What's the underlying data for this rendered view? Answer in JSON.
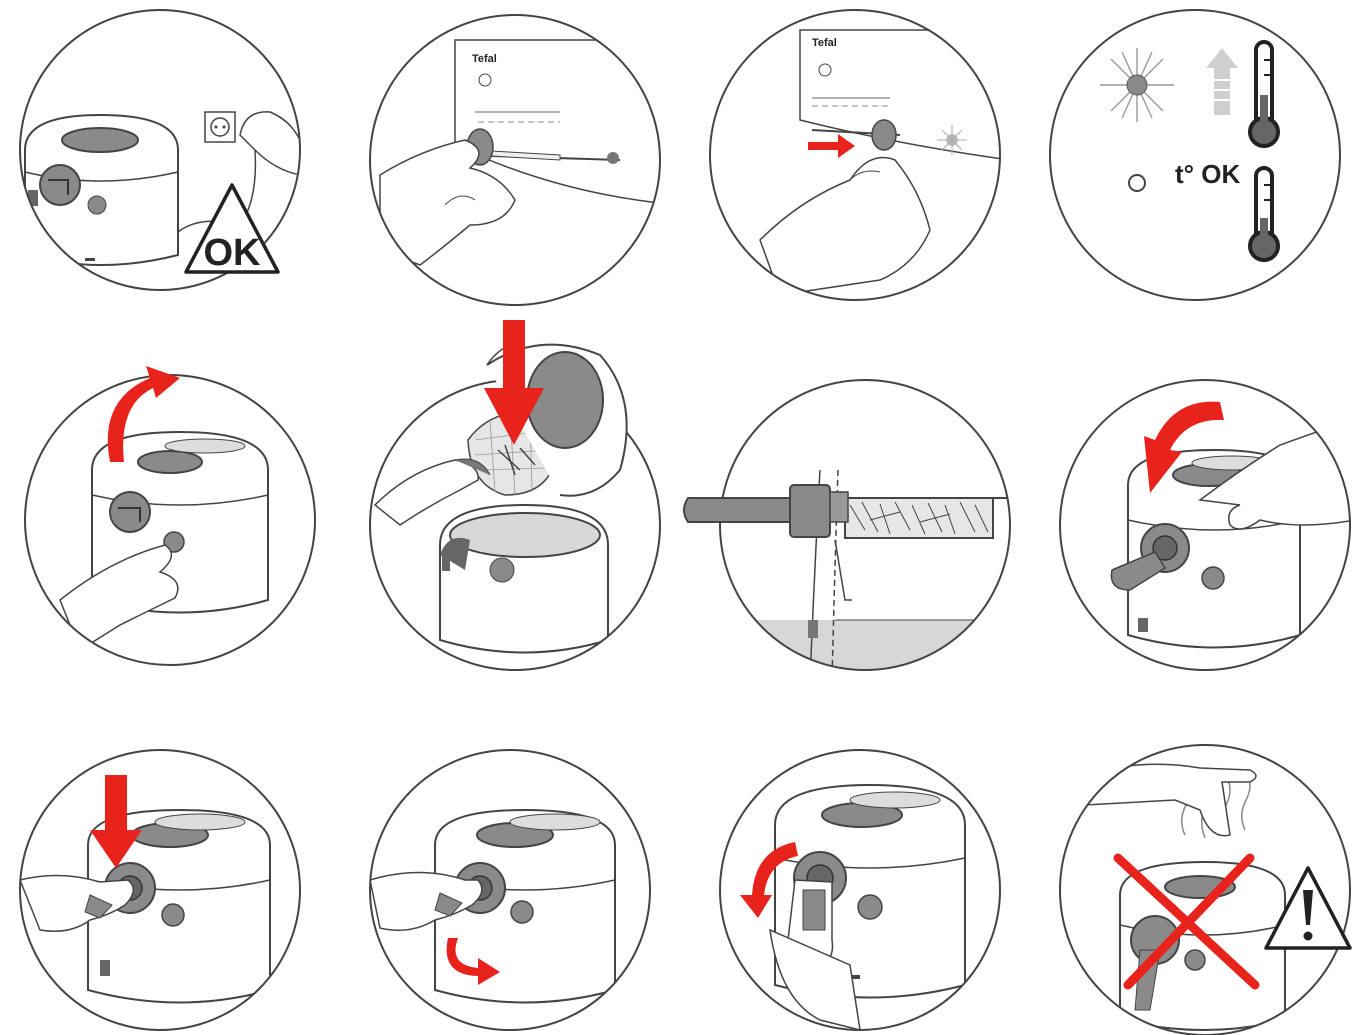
{
  "colors": {
    "accent": "#e8231c",
    "line": "#444444",
    "appliance_gray": "#8a8a8a",
    "light_gray": "#d7d7d7"
  },
  "panels": [
    {
      "icons": [
        "appliance",
        "power-plug-icon",
        "warning-triangle-icon"
      ],
      "label": "OK"
    },
    {
      "icons": [
        "control-panel",
        "hand-icon",
        "knob-icon"
      ]
    },
    {
      "icons": [
        "control-panel",
        "hand-icon",
        "red-arrow-right-icon",
        "indicator-light-icon"
      ]
    },
    {
      "icons": [
        "indicator-light-icon",
        "up-arrow-icon",
        "thermometer-icon",
        "indicator-off-icon",
        "thermometer-icon"
      ],
      "label": "t° OK"
    },
    {
      "icons": [
        "appliance",
        "red-arrow-curve-icon",
        "hand-icon"
      ]
    },
    {
      "icons": [
        "appliance",
        "red-arrow-down-icon",
        "basket-icon",
        "hand-icon"
      ]
    },
    {
      "icons": [
        "basket-icon",
        "handle-icon",
        "oil-level-icon"
      ]
    },
    {
      "icons": [
        "appliance",
        "red-arrow-curve-icon",
        "hand-icon"
      ]
    },
    {
      "icons": [
        "appliance",
        "red-arrow-down-icon",
        "hand-icon"
      ]
    },
    {
      "icons": [
        "appliance",
        "red-arrow-curve-icon",
        "hand-icon"
      ]
    },
    {
      "icons": [
        "appliance",
        "red-arrow-curve-icon",
        "hand-icon"
      ]
    },
    {
      "icons": [
        "appliance",
        "hand-icon",
        "red-cross-icon",
        "steam-icon",
        "warning-exclamation-icon"
      ]
    }
  ],
  "brand": {
    "logo_text": "Tefal"
  }
}
